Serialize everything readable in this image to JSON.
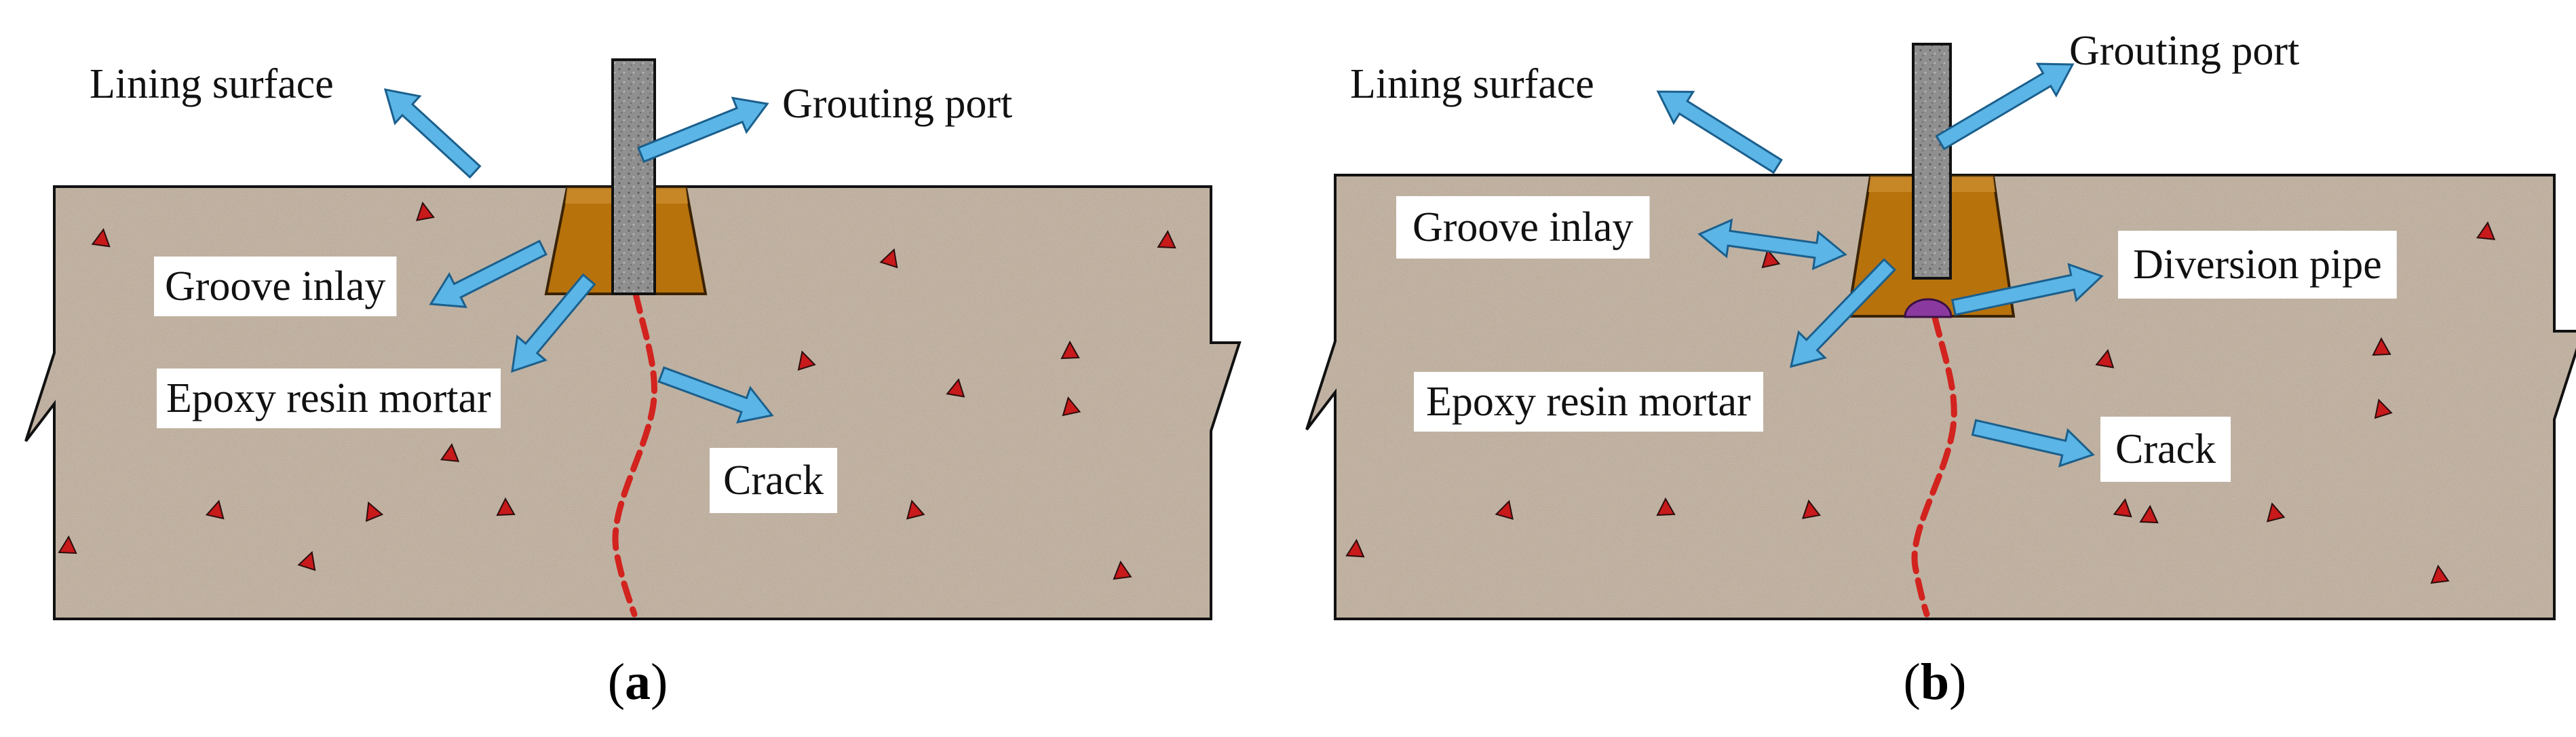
{
  "colors": {
    "concrete": "#bfaf9e",
    "concrete_dark": "#8a7b6b",
    "aggregate": "#c8191b",
    "groove": "#b8720c",
    "groove_edge": "#3b2305",
    "grout_pipe": "#8c8c8c",
    "arrow_fill": "#5bb5e6",
    "arrow_edge": "#1b5f8c",
    "crack": "#d2231e",
    "diversion_pipe": "#8a3a9e",
    "label_box": "#ffffff",
    "outline": "#111111"
  },
  "panels": [
    {
      "id": "a",
      "caption_open": "(",
      "caption_letter": "a",
      "caption_close": ")",
      "labels": {
        "lining_surface": "Lining surface",
        "grouting_port": "Grouting port",
        "groove_inlay": "Groove inlay",
        "epoxy_resin_mortar": "Epoxy resin mortar",
        "crack": "Crack"
      }
    },
    {
      "id": "b",
      "caption_open": "(",
      "caption_letter": "b",
      "caption_close": ")",
      "labels": {
        "lining_surface": "Lining surface",
        "grouting_port": "Grouting port",
        "groove_inlay": "Groove inlay",
        "diversion_pipe": "Diversion pipe",
        "epoxy_resin_mortar": "Epoxy resin mortar",
        "crack": "Crack"
      }
    }
  ]
}
